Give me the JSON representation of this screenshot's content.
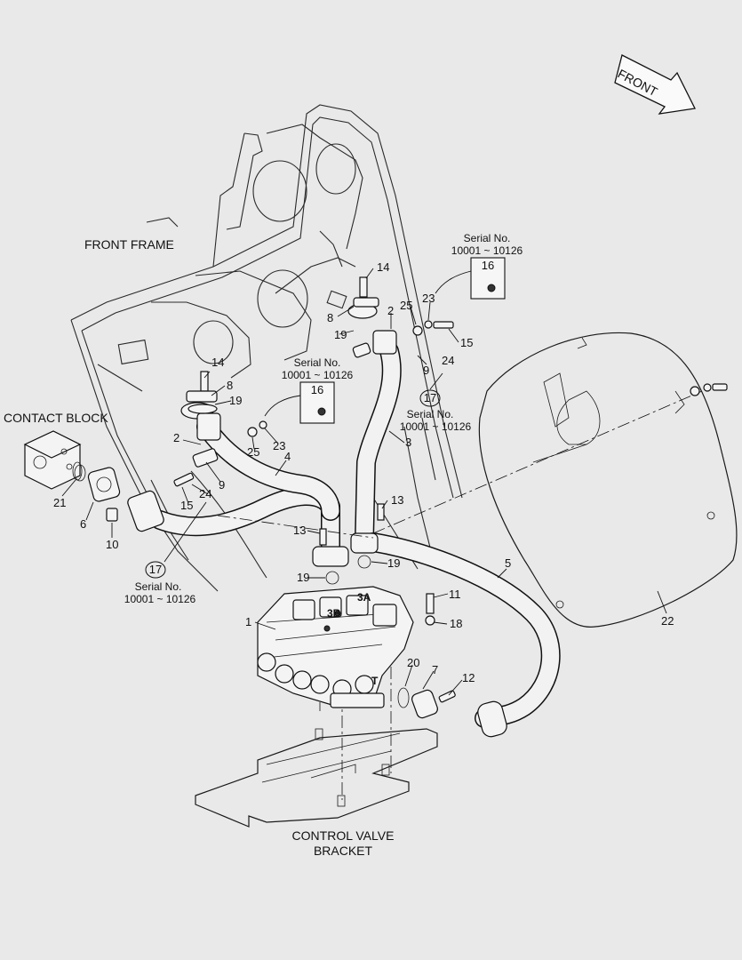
{
  "labels": {
    "front_arrow": "FRONT",
    "front_frame": "FRONT FRAME",
    "contact_block": "CONTACT BLOCK",
    "control_valve_bracket_line1": "CONTROL VALVE",
    "control_valve_bracket_line2": "BRACKET"
  },
  "serial_notes": {
    "top_right": {
      "title": "Serial No.",
      "range": "10001 ~ 10126",
      "part": "16"
    },
    "center": {
      "title": "Serial No.",
      "range": "10001 ~ 10126",
      "part": "16"
    },
    "ref17_right": {
      "part": "17",
      "title": "Serial No.",
      "range": "10001 ~ 10126"
    },
    "ref17_left": {
      "part": "17",
      "title": "Serial No.",
      "range": "10001 ~ 10126"
    }
  },
  "port_labels": {
    "p3a": "3A",
    "p3b": "3B",
    "t": "T"
  },
  "callouts": {
    "c1": "1",
    "c2a": "2",
    "c2b": "2",
    "c3": "3",
    "c4": "4",
    "c5": "5",
    "c6": "6",
    "c7": "7",
    "c8a": "8",
    "c8b": "8",
    "c9a": "9",
    "c9b": "9",
    "c10": "10",
    "c11": "11",
    "c12": "12",
    "c13a": "13",
    "c13b": "13",
    "c14a": "14",
    "c14b": "14",
    "c15a": "15",
    "c15b": "15",
    "c18": "18",
    "c19a": "19",
    "c19b": "19",
    "c19c": "19",
    "c19d": "19",
    "c20": "20",
    "c21": "21",
    "c22": "22",
    "c23a": "23",
    "c23b": "23",
    "c24a": "24",
    "c24b": "24",
    "c25a": "25",
    "c25b": "25"
  },
  "colors": {
    "background": "#e9e9e9",
    "ink": "#111111"
  }
}
